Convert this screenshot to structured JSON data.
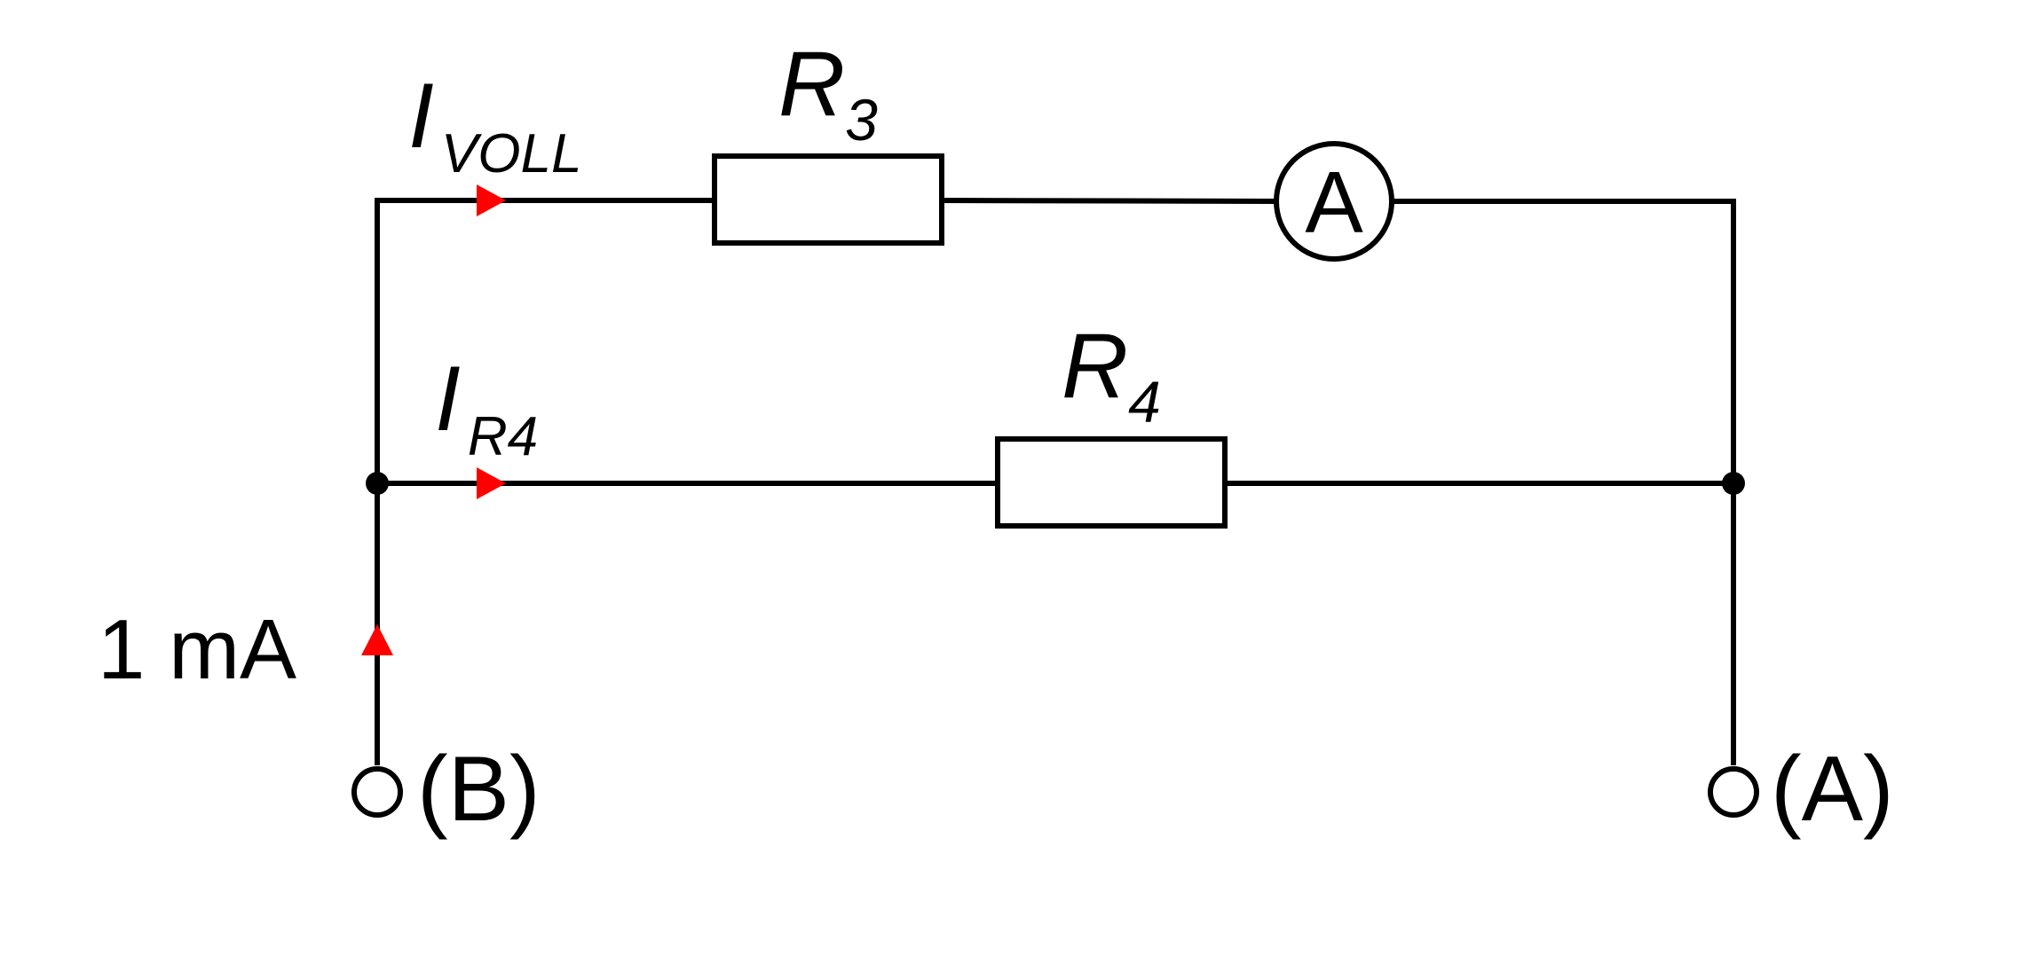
{
  "diagram": {
    "type": "circuit-schematic",
    "components": {
      "r3": {
        "label_main": "R",
        "label_sub": "3"
      },
      "r4": {
        "label_main": "R",
        "label_sub": "4"
      },
      "ammeter": {
        "label": "A"
      }
    },
    "currents": {
      "i_voll": {
        "label_main": "I",
        "label_sub": "VOLL"
      },
      "i_r4": {
        "label_main": "I",
        "label_sub": "R4"
      },
      "source": {
        "label": "1 mA"
      }
    },
    "terminals": {
      "b": {
        "label": "(B)"
      },
      "a": {
        "label": "(A)"
      }
    },
    "colors": {
      "wire": "#000000",
      "arrow": "#ff0000",
      "background": "#ffffff"
    }
  }
}
